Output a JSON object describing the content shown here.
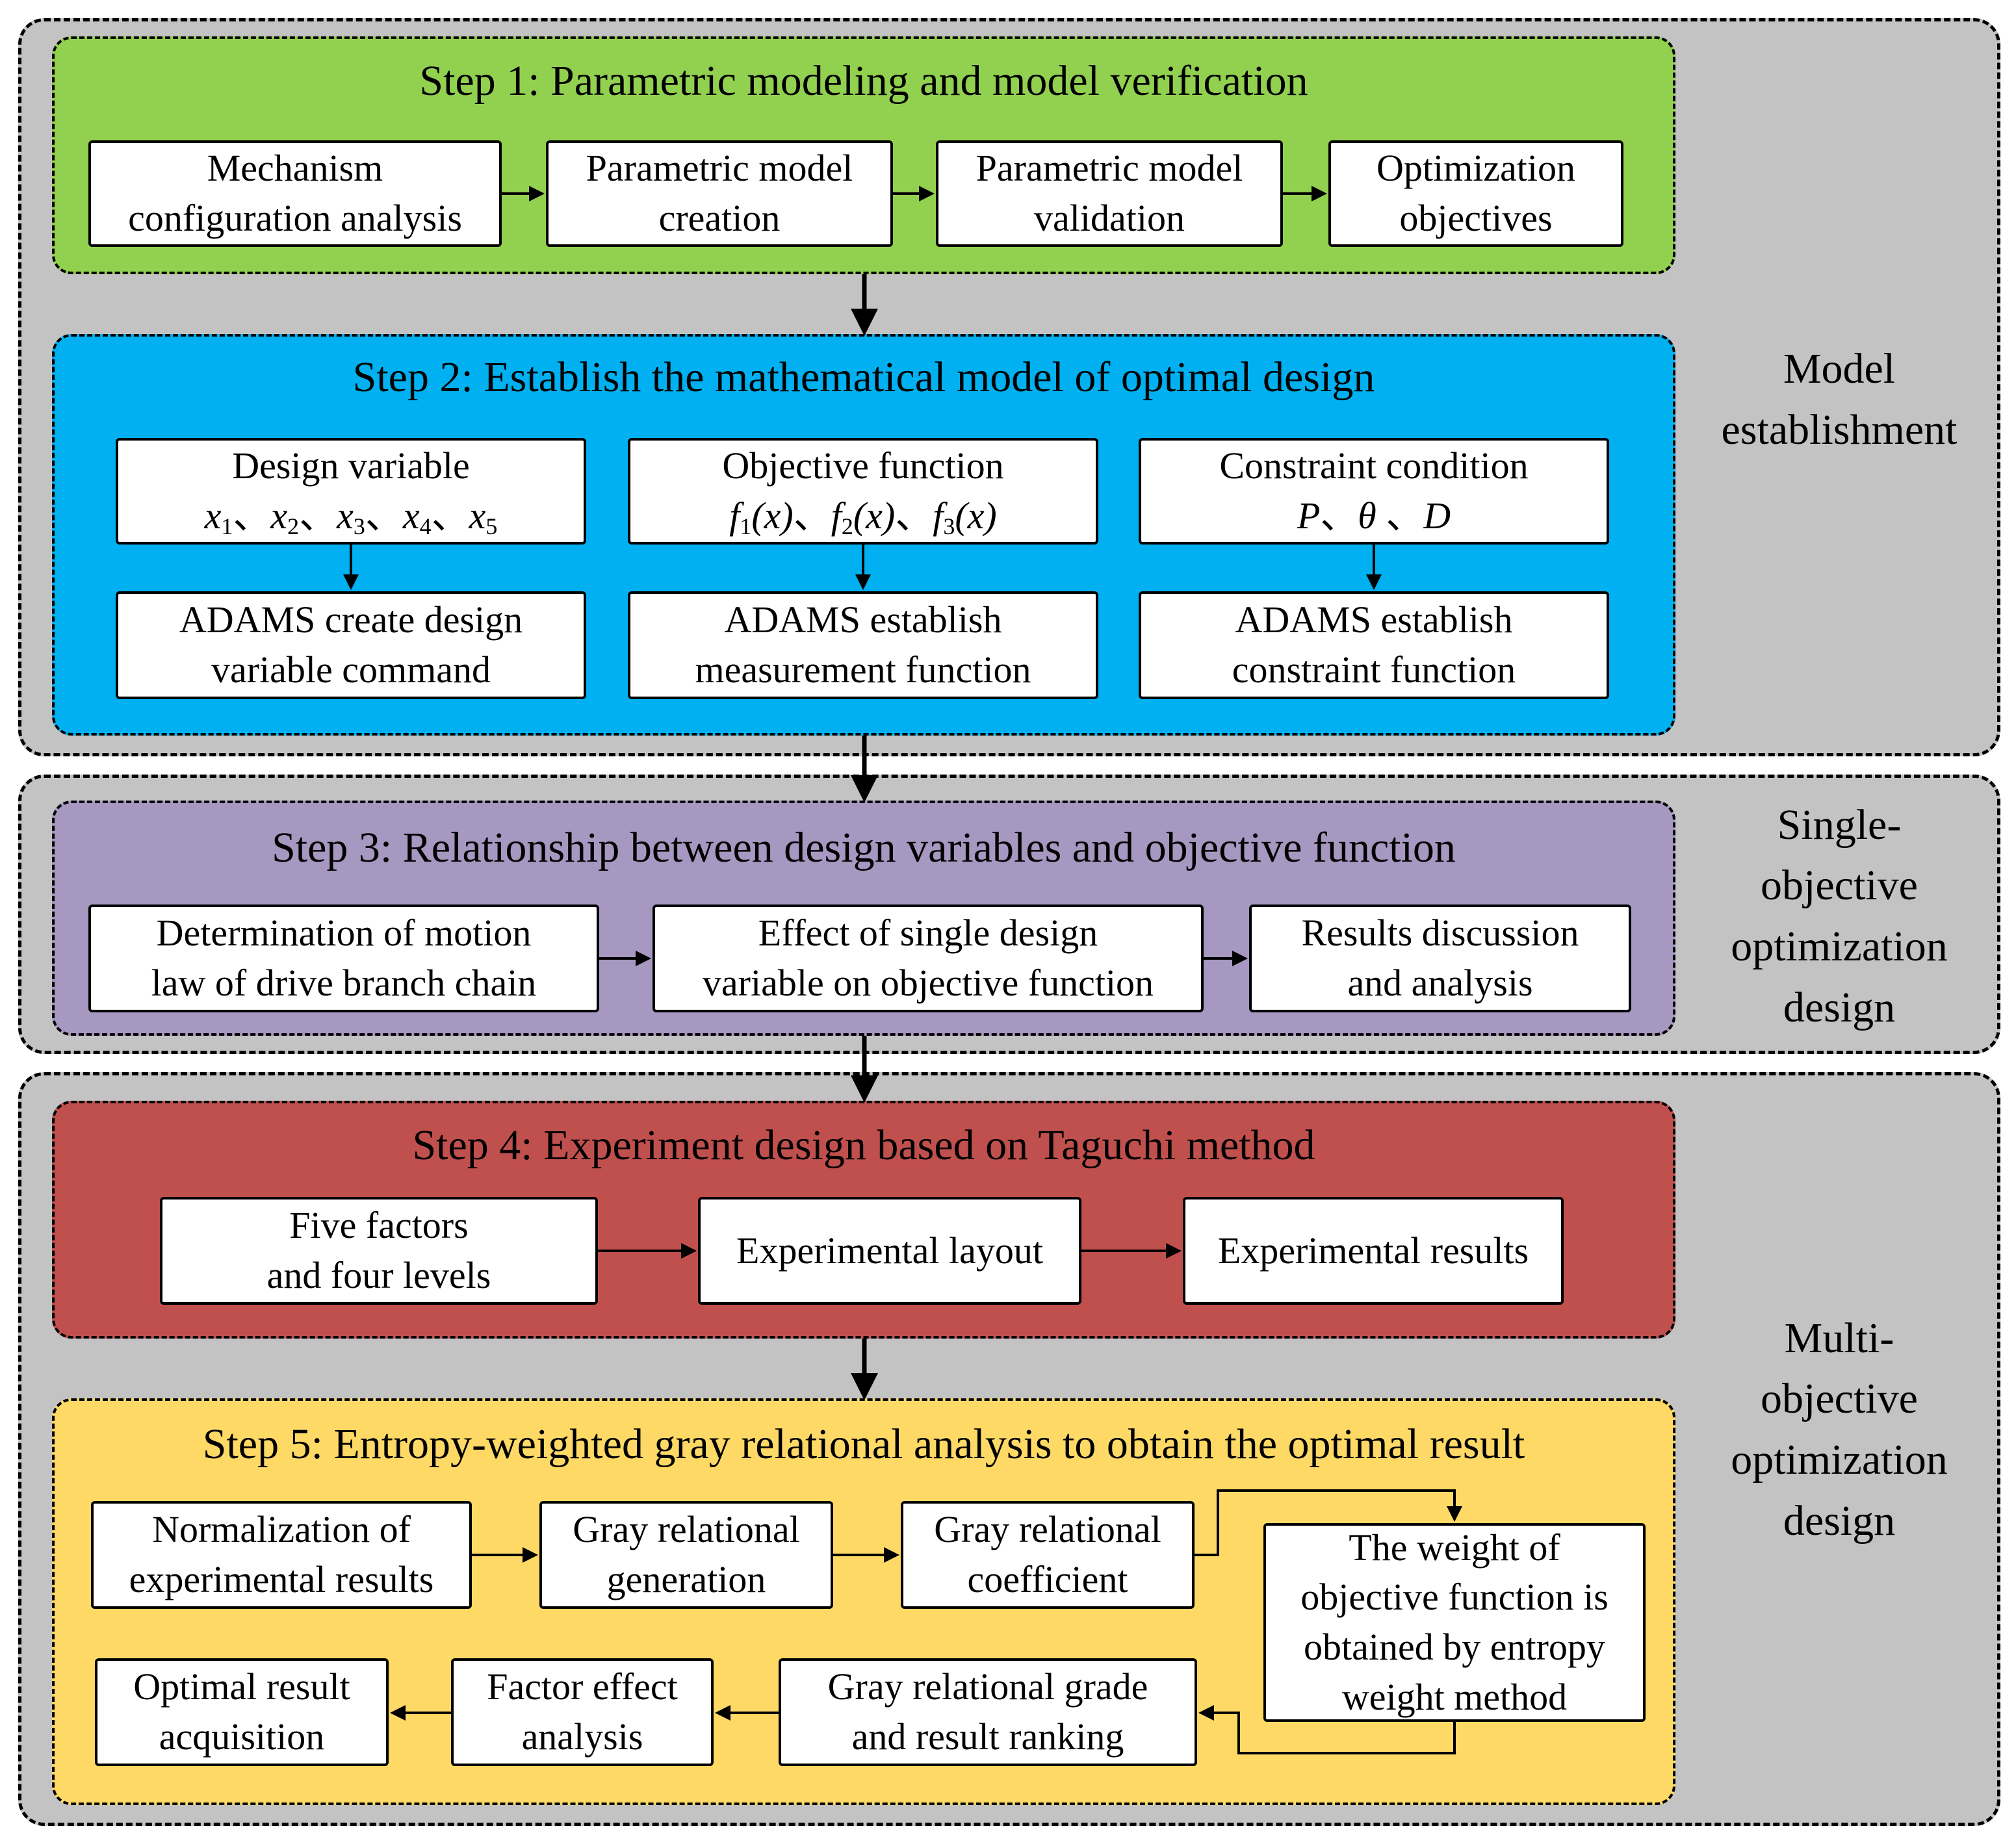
{
  "phases": {
    "model": [
      "Model",
      "establishment"
    ],
    "single": [
      "Single-",
      "objective",
      "optimization",
      "design"
    ],
    "multi": [
      "Multi-",
      "objective",
      "optimization",
      "design"
    ]
  },
  "colors": {
    "phase_bg": "#c3c3c3",
    "step1": "#92d050",
    "step2": "#00b0f0",
    "step3": "#a698c0",
    "step4": "#c0504d",
    "step5": "#ffd966"
  },
  "step1": {
    "title": "Step 1: Parametric modeling and model verification",
    "boxes": [
      [
        "Mechanism",
        "configuration analysis"
      ],
      [
        "Parametric model",
        "creation"
      ],
      [
        "Parametric model",
        "validation"
      ],
      [
        "Optimization",
        "objectives"
      ]
    ]
  },
  "step2": {
    "title": "Step 2: Establish the mathematical model of optimal design",
    "top": [
      {
        "label": "Design variable",
        "symbols": {
          "v1": "x",
          "s1": "1",
          "v2": "x",
          "s2": "2",
          "v3": "x",
          "s3": "3",
          "v4": "x",
          "s4": "4",
          "v5": "x",
          "s5": "5",
          "sep": "、"
        }
      },
      {
        "label": "Objective function",
        "symbols": {
          "f": "f",
          "s1": "1",
          "s2": "2",
          "s3": "3",
          "arg": "(x)",
          "sep": "、"
        }
      },
      {
        "label": "Constraint condition",
        "symbols": {
          "p": "P",
          "t": "θ",
          "d": "D",
          "sep": "、"
        }
      }
    ],
    "bottom": [
      [
        "ADAMS create design",
        "variable command"
      ],
      [
        "ADAMS establish",
        "measurement function"
      ],
      [
        "ADAMS establish",
        "constraint function"
      ]
    ]
  },
  "step3": {
    "title": "Step 3: Relationship between design variables and objective function",
    "boxes": [
      [
        "Determination of motion",
        "law of drive branch chain"
      ],
      [
        "Effect of single design",
        "variable on objective function"
      ],
      [
        "Results discussion",
        "and analysis"
      ]
    ]
  },
  "step4": {
    "title": "Step 4: Experiment design based on Taguchi method",
    "boxes": [
      [
        "Five factors",
        "and four levels"
      ],
      [
        "Experimental layout"
      ],
      [
        "Experimental results"
      ]
    ]
  },
  "step5": {
    "title": "Step 5: Entropy-weighted gray relational analysis to obtain the optimal result",
    "row1": [
      [
        "Normalization of",
        "experimental results"
      ],
      [
        "Gray relational",
        "generation"
      ],
      [
        "Gray relational",
        "coefficient"
      ]
    ],
    "weight": [
      "The weight of",
      "objective function is",
      "obtained by entropy",
      "weight method"
    ],
    "row2": [
      [
        "Optimal result",
        "acquisition"
      ],
      [
        "Factor effect",
        "analysis"
      ],
      [
        "Gray relational grade",
        "and result ranking"
      ]
    ]
  }
}
